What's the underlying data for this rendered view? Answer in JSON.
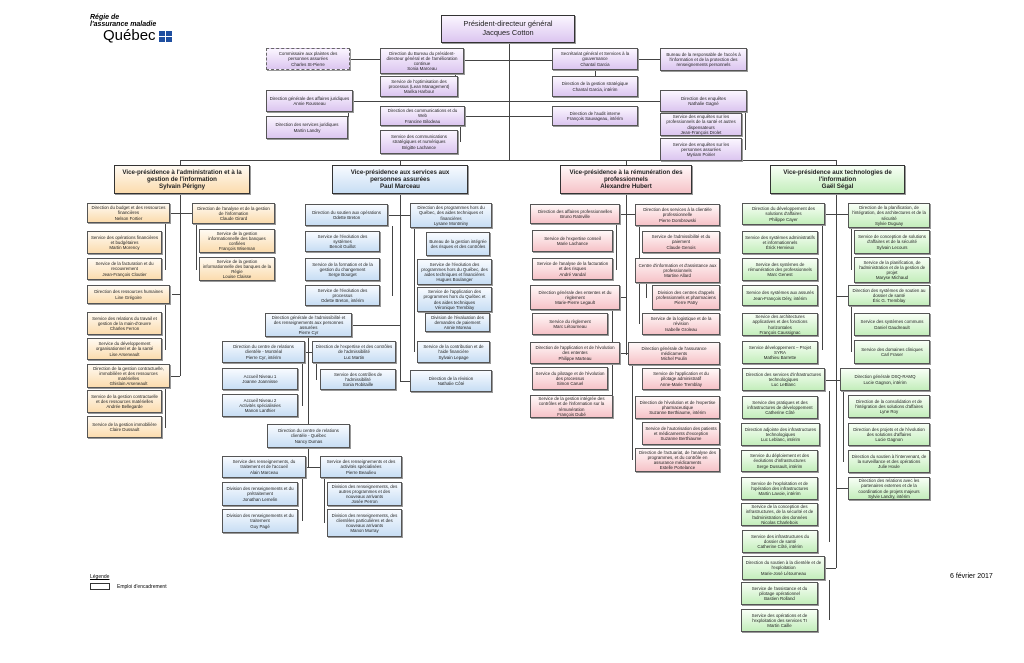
{
  "logo": {
    "line1": "Régie de",
    "line2": "l'assurance maladie",
    "name": "Québec"
  },
  "date": "6 février 2017",
  "legend": {
    "title": "Légende",
    "item": "Emploi d'encadrement"
  },
  "colors": {
    "executive": "#dcc6f0",
    "administration": "#fbdcae",
    "services": "#c8def4",
    "remuneration": "#f6c3c8",
    "technologies": "#c4eebc"
  },
  "boxes": [
    {
      "id": "pdg",
      "lines": [
        "Président-directeur général",
        "Jacques Cotton"
      ]
    },
    {
      "id": "commissaire",
      "lines": [
        "Commissaire aux plaintes des personnes assurées",
        "Charles St-Pierre"
      ]
    },
    {
      "id": "bureau-pdg",
      "lines": [
        "Direction du Bureau du président-directeur général et de l'amélioration continue",
        "Sonia Marceau"
      ]
    },
    {
      "id": "optimisation",
      "lines": [
        "Service de l'optimisation des processus (Lean Management)",
        "Marika Harbour"
      ]
    },
    {
      "id": "dg-juridiques",
      "lines": [
        "Direction générale des affaires juridiques",
        "Annie Rousseau"
      ]
    },
    {
      "id": "services-juridiques",
      "lines": [
        "Direction des services juridiques",
        "Martin Landry"
      ]
    },
    {
      "id": "communications",
      "lines": [
        "Direction des communications et du Web",
        "Francine Bilodeau"
      ]
    },
    {
      "id": "communications-strat",
      "lines": [
        "Service des communications stratégiques et numériques",
        "Brigitte Lachance"
      ]
    },
    {
      "id": "secretariat",
      "lines": [
        "Secrétariat général et Services à la gouvernance",
        "Chantal Garcia"
      ]
    },
    {
      "id": "gestion-strat",
      "lines": [
        "Direction de la gestion stratégique",
        "Chantal Garcia, intérim"
      ]
    },
    {
      "id": "audit",
      "lines": [
        "Direction de l'audit interne",
        "François Sauvageau, intérim"
      ]
    },
    {
      "id": "acces-info",
      "lines": [
        "Bureau de la responsable de l'accès à l'information et de la protection des renseignements personnels"
      ]
    },
    {
      "id": "enquetes",
      "lines": [
        "Direction des enquêtes",
        "Nathalie Gagné"
      ]
    },
    {
      "id": "enquetes-pro",
      "lines": [
        "Service des enquêtes sur les professionnels de la santé et autres dispensateurs",
        "Jean-François Drolet"
      ]
    },
    {
      "id": "enquetes-pers",
      "lines": [
        "Service des enquêtes sur les personnes assurées",
        "Myriam Poirier"
      ]
    },
    {
      "id": "vp-admin",
      "lines": [
        "Vice-présidence à l'administration et à la gestion de l'information",
        "Sylvain Périgny"
      ]
    },
    {
      "id": "budget",
      "lines": [
        "Direction du budget et des ressources financières",
        "Nelson Fortier"
      ]
    },
    {
      "id": "operations-fin",
      "lines": [
        "Service des opérations financières et budgétaires",
        "Martin Morency"
      ]
    },
    {
      "id": "facturation",
      "lines": [
        "Service de la facturation et du recouvrement",
        "Jean-François Cloutier"
      ]
    },
    {
      "id": "rh",
      "lines": [
        "Direction des ressources humaines",
        "Line Grégoire"
      ]
    },
    {
      "id": "relations-travail",
      "lines": [
        "Service des relations du travail et gestion de la main-d'œuvre",
        "Charles Ferron"
      ]
    },
    {
      "id": "dev-org",
      "lines": [
        "Service du développement organisationnel et de la santé",
        "Lise Arseneault"
      ]
    },
    {
      "id": "contractuelle",
      "lines": [
        "Direction de la gestion contractuelle, immobilière et des ressources matérielles",
        "Ghislain Arseneault"
      ]
    },
    {
      "id": "contractuelle-serv",
      "lines": [
        "Service de la gestion contractuelle et des ressources matérielles",
        "Andrée Bellegarde"
      ]
    },
    {
      "id": "immobiliere",
      "lines": [
        "Service de la gestion immobilière",
        "Claire Dussault"
      ]
    },
    {
      "id": "analyse-info",
      "lines": [
        "Direction de l'analyse et de la gestion de l'information",
        "Claude Girard"
      ]
    },
    {
      "id": "banques-confiees",
      "lines": [
        "Service de la gestion informationnelle des banques confiées",
        "François Wiseman"
      ]
    },
    {
      "id": "banques-regie",
      "lines": [
        "Service de la gestion informationnelle des banques de la Régie",
        "Louise Claisse"
      ]
    },
    {
      "id": "vp-services",
      "lines": [
        "Vice-présidence aux services aux personnes assurées",
        "Paul Marceau"
      ]
    },
    {
      "id": "soutien-ops",
      "lines": [
        "Direction du soutien aux opérations",
        "Odette Breton"
      ]
    },
    {
      "id": "evol-systemes",
      "lines": [
        "Service de l'évolution des systèmes",
        "Benoit Guillot"
      ]
    },
    {
      "id": "formation",
      "lines": [
        "Service de la formation et de la gestion du changement",
        "Serge Bourget"
      ]
    },
    {
      "id": "evol-processus",
      "lines": [
        "Service de l'évolution des processus",
        "Odette Breton, intérim"
      ]
    },
    {
      "id": "hors-quebec",
      "lines": [
        "Direction des programmes hors du Québec, des aides techniques et financières",
        "Lysane Montminy"
      ]
    },
    {
      "id": "bureau-risques",
      "lines": [
        "Bureau de la gestion intégrée des risques et des contrôles"
      ]
    },
    {
      "id": "evol-programmes",
      "lines": [
        "Service de l'évolution des programmes hors du Québec, des aides techniques et financières",
        "Hugues Boulanger"
      ]
    },
    {
      "id": "app-programmes",
      "lines": [
        "Service de l'application des programmes hors du Québec et des aides techniques",
        "Véronique Tremblay"
      ]
    },
    {
      "id": "div-evaluation",
      "lines": [
        "Division de l'évaluation des demandes de paiement",
        "Annie Moreau"
      ]
    },
    {
      "id": "contribution",
      "lines": [
        "Service de la contribution et de l'aide financière",
        "Sylvain Lepage"
      ]
    },
    {
      "id": "revision",
      "lines": [
        "Direction de la révision",
        "Nathalie Côté"
      ]
    },
    {
      "id": "dg-admissibilite",
      "lines": [
        "Direction générale de l'admissibilité et des renseignements aux personnes assurées",
        "Pierre Cyr"
      ]
    },
    {
      "id": "crc-montreal",
      "lines": [
        "Direction du centre de relations clientèle - Montréal",
        "Pierre Cyr, intérim"
      ]
    },
    {
      "id": "expertise-controles",
      "lines": [
        "Direction de l'expertise et des contrôles de l'admissibilité",
        "Luc Martin"
      ]
    },
    {
      "id": "accueil1",
      "lines": [
        "Accueil Niveau 1",
        "Joanne Joannisse"
      ]
    },
    {
      "id": "accueil2",
      "lines": [
        "Accueil Niveau 2",
        "Activités spécialisées",
        "Manon Lanthier"
      ]
    },
    {
      "id": "controles-adm",
      "lines": [
        "Service des contrôles de l'admissibilité",
        "Sonia Robitaille"
      ]
    },
    {
      "id": "crc-quebec",
      "lines": [
        "Direction du centre de relations clientèle - Québec",
        "Nancy Dumas"
      ]
    },
    {
      "id": "renseignements-traitement",
      "lines": [
        "Service des renseignements, du traitement et de l'accueil",
        "Alain Marceau"
      ]
    },
    {
      "id": "activites-spec",
      "lines": [
        "Service des renseignements et des activités spécialisées",
        "Pierre Beaulieu"
      ]
    },
    {
      "id": "pretraitement",
      "lines": [
        "Division des renseignements et du prétraitement",
        "Jonathan Lemelin"
      ]
    },
    {
      "id": "traitement",
      "lines": [
        "Division des renseignements et du traitement",
        "Guy Pagé"
      ]
    },
    {
      "id": "autres-programmes",
      "lines": [
        "Division des renseignements, des autres programmes et des nouveaux arrivants",
        "Josée Perron"
      ]
    },
    {
      "id": "clienteles",
      "lines": [
        "Division des renseignements, des clientèles particulières et des nouveaux arrivants",
        "Manon Murray"
      ]
    },
    {
      "id": "vp-remuneration",
      "lines": [
        "Vice-présidence à la rémunération des professionnels",
        "Alexandre Hubert"
      ]
    },
    {
      "id": "affaires-pro",
      "lines": [
        "Direction des affaires professionnelles",
        "Bruno Ratnville"
      ]
    },
    {
      "id": "expertise-conseil",
      "lines": [
        "Service de l'expertise conseil",
        "Marie Lachance"
      ]
    },
    {
      "id": "analyse-facturation",
      "lines": [
        "Service de l'analyse de la facturation et des risques",
        "André Vandal"
      ]
    },
    {
      "id": "dg-ententes",
      "lines": [
        "Direction générale des ententes et du règlement",
        "Marie-Pierre Legault"
      ]
    },
    {
      "id": "reglement",
      "lines": [
        "Service du règlement",
        "Marc Létourneau"
      ]
    },
    {
      "id": "app-ententes",
      "lines": [
        "Direction de l'application et de l'évolution des ententes",
        "Philippe Marteau"
      ]
    },
    {
      "id": "pilotage-processus",
      "lines": [
        "Service du pilotage et de l'évolution des processus",
        "Simon Caruel"
      ]
    },
    {
      "id": "gestion-integree",
      "lines": [
        "Service de la gestion intégrée des contrôles et de l'information sur la rémunération",
        "François Dubé"
      ]
    },
    {
      "id": "clientele-pro",
      "lines": [
        "Direction des services à la clientèle professionnelle",
        "Pierre Dombrowski"
      ]
    },
    {
      "id": "admissibilite-paiement",
      "lines": [
        "Service de l'admissibilité et du paiement",
        "Claude Genois"
      ]
    },
    {
      "id": "centre-info",
      "lines": [
        "Centre d'information et d'assistance aux professionnels",
        "Martine Allard"
      ]
    },
    {
      "id": "centres-appels",
      "lines": [
        "Division des centres d'appels professionnels et pharmaciens",
        "Pierre Patry"
      ]
    },
    {
      "id": "logistique",
      "lines": [
        "Service de la logistique et de la révision",
        "Isabelle Groleau"
      ]
    },
    {
      "id": "dg-medicaments",
      "lines": [
        "Direction générale de l'assurance médicaments",
        "Michel Poulin"
      ]
    },
    {
      "id": "app-pilotage",
      "lines": [
        "Service de l'application et du pilotage administratif",
        "Anne-Marie Tremblay"
      ]
    },
    {
      "id": "expertise-pharma",
      "lines": [
        "Direction de l'évolution et de l'expertise pharmaceutique",
        "Suzanne Berthiaume, intérim"
      ]
    },
    {
      "id": "autorisation",
      "lines": [
        "Service de l'autorisation des patients et médicaments d'exception",
        "Suzanne Berthiaume"
      ]
    },
    {
      "id": "actuariat",
      "lines": [
        "Direction de l'actuariat, de l'analyse des programmes, et du contrôle en assurance médicaments",
        "Estelle Portelance"
      ]
    },
    {
      "id": "vp-ti",
      "lines": [
        "Vice-présidence aux technologies de l'information",
        "Gaël Ségal"
      ]
    },
    {
      "id": "dev-solutions",
      "lines": [
        "Direction du développement des solutions d'affaires",
        "Philippe Cayer"
      ]
    },
    {
      "id": "sys-admin",
      "lines": [
        "Service des systèmes administratifs et informationnels",
        "Érick Hervieux"
      ]
    },
    {
      "id": "sys-remuneration",
      "lines": [
        "Service des systèmes de rémunération des professionnels",
        "Marc Genest"
      ]
    },
    {
      "id": "sys-assures",
      "lines": [
        "Service des systèmes aux assurés",
        "Jean-François Déry, intérim"
      ]
    },
    {
      "id": "architectures",
      "lines": [
        "Service des architectures applicatives et des fonctions horizontales",
        "François Caussignac"
      ]
    },
    {
      "id": "syra",
      "lines": [
        "Service développement – Projet SYRA",
        "Mathieu Barrette"
      ]
    },
    {
      "id": "infrastructures",
      "lines": [
        "Direction des services d'infrastructures technologiques",
        "Luc LeBlanc"
      ]
    },
    {
      "id": "pratiques",
      "lines": [
        "Service des pratiques et des infrastructures de développement",
        "Catherine Côté"
      ]
    },
    {
      "id": "adjointe-infra",
      "lines": [
        "Direction adjointe des infrastructures technologiques",
        "Luc Leblanc, intérim"
      ]
    },
    {
      "id": "deploiement",
      "lines": [
        "Service du déploiement et des évolutions d'infrastructures",
        "Serge Dussault, intérim"
      ]
    },
    {
      "id": "exploitation",
      "lines": [
        "Service de l'exploitation et de l'opération des infrastructures",
        "Martin Lavoie, intérim"
      ]
    },
    {
      "id": "conception-infra",
      "lines": [
        "Service de la conception des infrastructures, de la sécurité et de l'administration des données",
        "Nicolas Charlebois"
      ]
    },
    {
      "id": "infra-dossier",
      "lines": [
        "Service des infrastructures du dossier de santé",
        "Catherine Côté, intérim"
      ]
    },
    {
      "id": "soutien-clientele",
      "lines": [
        "Direction du soutien à la clientèle et de l'exploitation",
        "Marie-José Létourneau"
      ]
    },
    {
      "id": "assistance",
      "lines": [
        "Service de l'assistance et du pilotage opérationnel",
        "Bastien Rolland"
      ]
    },
    {
      "id": "operations-ti",
      "lines": [
        "Service des opérations et de l'exploitation des services TI",
        "Martin Caille"
      ]
    },
    {
      "id": "planification",
      "lines": [
        "Direction de la planification, de l'intégration, des architectures et de la sécurité",
        "Sylvie Duguay"
      ]
    },
    {
      "id": "conception-solutions",
      "lines": [
        "Service de conception de solutions d'affaires et de la sécurité",
        "Sylvain Lecours"
      ]
    },
    {
      "id": "planification-admin",
      "lines": [
        "Service de la planification, de l'administration et de la gestion de projet",
        "Maryse Michaud"
      ]
    },
    {
      "id": "dossier-sante",
      "lines": [
        "Direction des systèmes de soutien au dossier de santé",
        "Éric G. Tremblay"
      ]
    },
    {
      "id": "systemes-communs",
      "lines": [
        "Service des systèmes communs",
        "Daniel Gaudreault"
      ]
    },
    {
      "id": "domaines-cliniques",
      "lines": [
        "Service des domaines cliniques",
        "Carl Fraser"
      ]
    },
    {
      "id": "dsq-ramq",
      "lines": [
        "Direction générale DSQ-RAMQ",
        "Lucie Gagnon, intérim"
      ]
    },
    {
      "id": "consolidation",
      "lines": [
        "Direction de la consolidation et de l'intégration des solutions d'affaires",
        "Lyne Roy"
      ]
    },
    {
      "id": "projets",
      "lines": [
        "Direction des projets et de l'évolution des solutions d'affaires",
        "Lucie Gagnon"
      ]
    },
    {
      "id": "intervenant",
      "lines": [
        "Direction du soutien à l'intervenant, de la surveillance et des opérations",
        "Julie Houle"
      ]
    },
    {
      "id": "partenaires",
      "lines": [
        "Direction des relations avec les partenaires externes et de la coordination de projets majeurs",
        "Sylvie Landry, intérim"
      ]
    }
  ]
}
